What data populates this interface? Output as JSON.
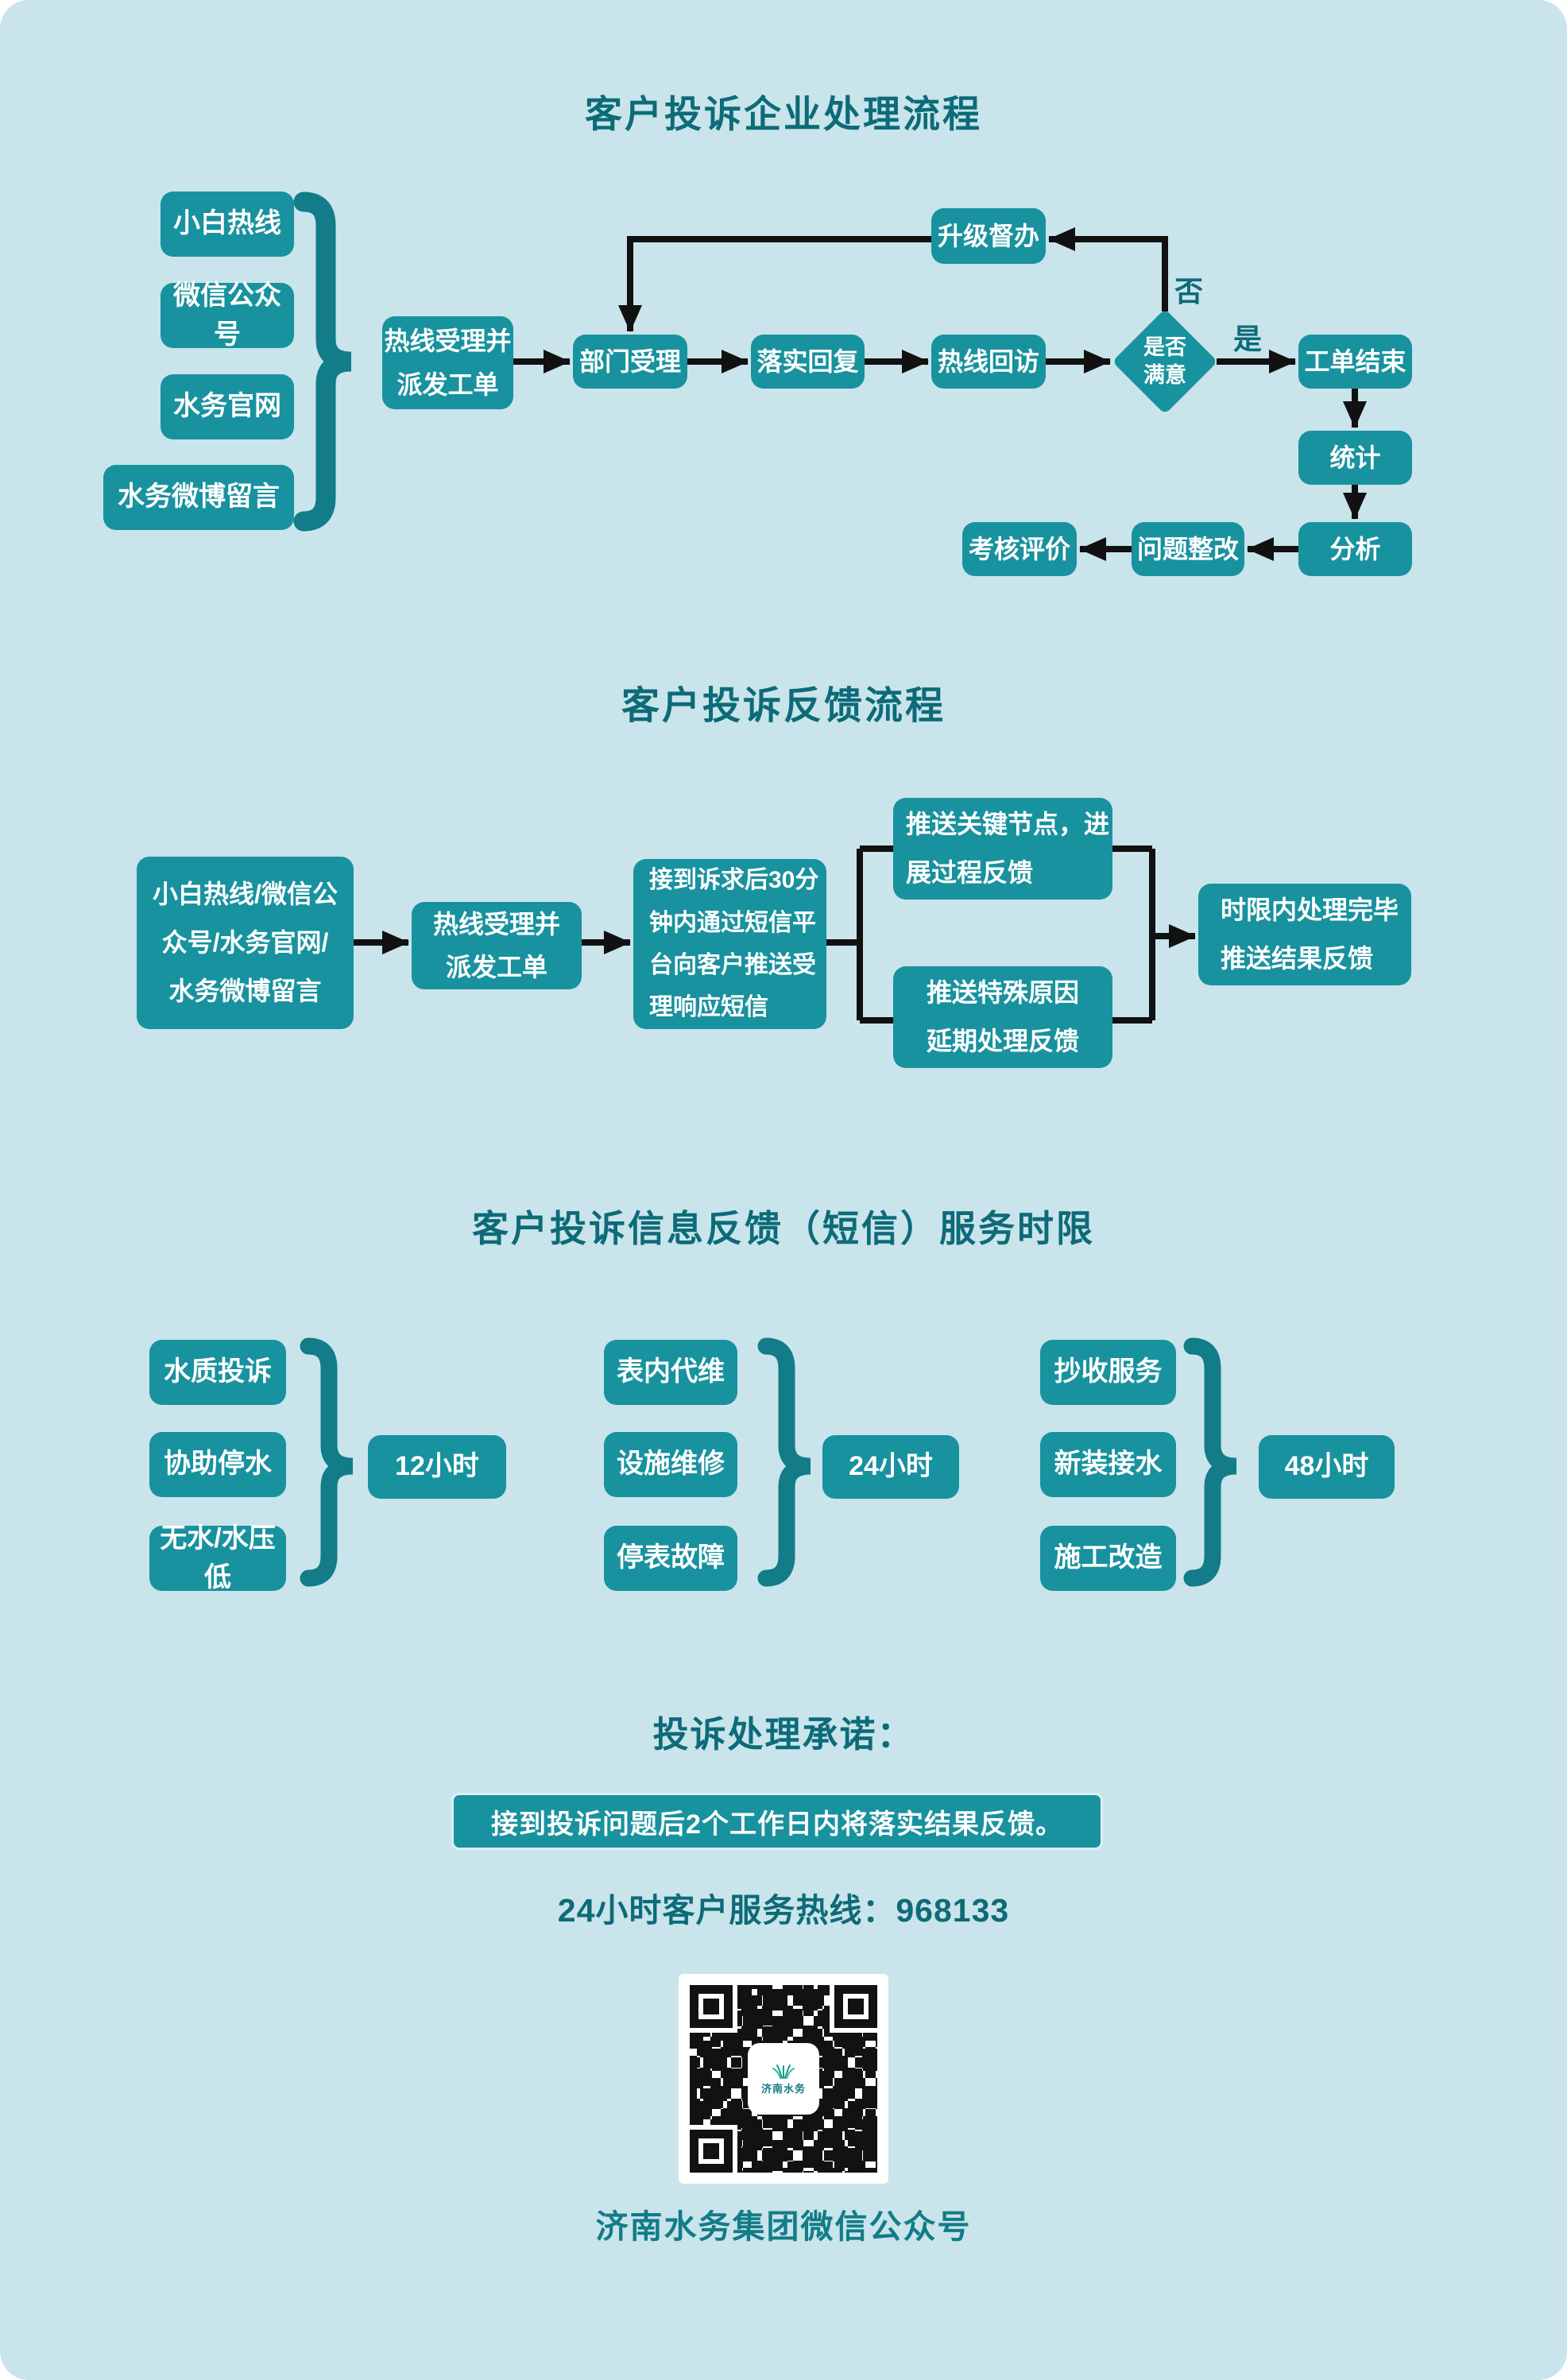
{
  "colors": {
    "background": "#c9e4eb",
    "box_teal": "#18929e",
    "title_teal": "#0d6b78",
    "brace_teal": "#127c88",
    "line_black": "#111111"
  },
  "section1": {
    "title": "客户投诉企业处理流程",
    "sources": [
      "小白热线",
      "微信公众号",
      "水务官网",
      "水务微博留言"
    ],
    "intake": "热线受理并\n派发工单",
    "steps": [
      "部门受理",
      "落实回复",
      "热线回访"
    ],
    "decision": "是否\n满意",
    "yes_label": "是",
    "no_label": "否",
    "escalate": "升级督办",
    "after": [
      "工单结束",
      "统计",
      "分析",
      "问题整改",
      "考核评价"
    ]
  },
  "section2": {
    "title": "客户投诉反馈流程",
    "source": "小白热线/微信公\n众号/水务官网/\n水务微博留言",
    "intake": "热线受理并\n派发工单",
    "sms": "接到诉求后30分\n钟内通过短信平\n台向客户推送受\n理响应短信",
    "branch_top": "推送关键节点，进\n展过程反馈",
    "branch_bottom": "推送特殊原因\n延期处理反馈",
    "result": "时限内处理完毕\n推送结果反馈"
  },
  "section3": {
    "title": "客户投诉信息反馈（短信）服务时限",
    "groups": [
      {
        "items": [
          "水质投诉",
          "协助停水",
          "无水/水压低"
        ],
        "sla": "12小时"
      },
      {
        "items": [
          "表内代维",
          "设施维修",
          "停表故障"
        ],
        "sla": "24小时"
      },
      {
        "items": [
          "抄收服务",
          "新装接水",
          "施工改造"
        ],
        "sla": "48小时"
      }
    ]
  },
  "footer": {
    "promise_title": "投诉处理承诺：",
    "promise": "接到投诉问题后2个工作日内将落实结果反馈。",
    "hotline": "24小时客户服务热线：968133",
    "qr_caption": "济南水务集团微信公众号",
    "qr_logo_text": "济南水务"
  }
}
